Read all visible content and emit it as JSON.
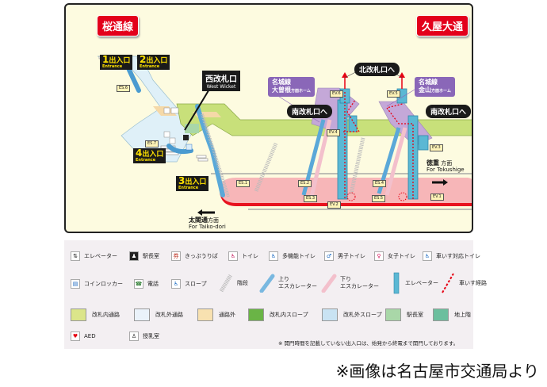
{
  "map": {
    "line_left": "桜通線",
    "line_right": "久屋大通",
    "exits": [
      {
        "num": "1",
        "label": "出入口",
        "en": "Entrance"
      },
      {
        "num": "2",
        "label": "出入口",
        "en": "Entrance"
      },
      {
        "num": "3",
        "label": "出入口",
        "en": "Entrance"
      },
      {
        "num": "4",
        "label": "出入口",
        "en": "Entrance"
      }
    ],
    "west_wicket_jp": "西改札口",
    "west_wicket_en": "West Wicket",
    "to_north_wicket": "北改札口へ",
    "to_south_wicket_left": "南改札口へ",
    "to_south_wicket_right": "南改札口へ",
    "platform_left_line": "名城線",
    "platform_left_dest": "大曽根",
    "platform_left_suffix": "方面ホーム",
    "platform_right_line": "名城線",
    "platform_right_dest": "金山",
    "platform_right_suffix": "方面ホーム",
    "dir_tokushige_jp": "徳重",
    "dir_tokushige_suffix": "方面",
    "dir_tokushige_en": "For Tokushige",
    "dir_taiko_jp": "太閤通",
    "dir_taiko_suffix": "方面",
    "dir_taiko_en": "For Taiko-dori",
    "tags": {
      "es1": "ES.1",
      "es2": "ES.2",
      "es3": "ES.3",
      "es4": "ES.4",
      "es5": "ES.5",
      "es6": "ES.6",
      "es7": "ES.7",
      "ev1": "EV.1",
      "ev2": "EV.2",
      "ev3": "EV.3",
      "ev4": "EV.4",
      "ev5": "EV.5",
      "ev6": "EV.6"
    },
    "colors": {
      "badge": "#e3001b",
      "platform": "#f7b6b8",
      "platform_edge": "#e8121f",
      "meijo_platform": "#c4a8d8",
      "elevator": "#5bb8d4",
      "concourse_in": "#c8e07a",
      "concourse_out": "#dff0f8",
      "off_path": "#f5d9a8"
    }
  },
  "legend": {
    "row1": [
      {
        "icon": "elevator-icon",
        "glyph": "⇅",
        "label": "エレベーター"
      },
      {
        "icon": "station-master-icon",
        "glyph": "♟",
        "label": "駅長室"
      },
      {
        "icon": "ticket-icon",
        "glyph": "券",
        "label": "きっぷうりば"
      },
      {
        "icon": "toilet-icon",
        "glyph": "♿",
        "label": "トイレ"
      },
      {
        "icon": "multipurpose-toilet-icon",
        "glyph": "♿",
        "label": "多機能トイレ"
      },
      {
        "icon": "mens-toilet-icon",
        "glyph": "♂",
        "label": "男子トイレ"
      },
      {
        "icon": "womens-toilet-icon",
        "glyph": "♀",
        "label": "女子トイレ"
      },
      {
        "icon": "wheelchair-toilet-icon",
        "glyph": "♿",
        "label": "車いす対応トイレ"
      }
    ],
    "row2": [
      {
        "icon": "coin-locker-icon",
        "glyph": "▤",
        "label": "コインロッカー"
      },
      {
        "icon": "telephone-icon",
        "glyph": "☎",
        "label": "電話"
      },
      {
        "icon": "slope-icon",
        "glyph": "♿",
        "label": "スロープ"
      },
      {
        "icon": "stairs-icon",
        "label": "階段"
      },
      {
        "icon": "up-escalator-icon",
        "label1": "上り",
        "label2": "エスカレーター"
      },
      {
        "icon": "down-escalator-icon",
        "label1": "下り",
        "label2": "エスカレーター"
      },
      {
        "icon": "elevator-shaft-icon",
        "label": "エレベーター"
      },
      {
        "icon": "wheelchair-route-icon",
        "label": "車いす経路"
      }
    ],
    "row3": [
      {
        "label": "改札内通路",
        "color": "#dbe58a"
      },
      {
        "label": "改札外通路",
        "color": "#eaf2fa"
      },
      {
        "label": "通路外",
        "color": "#f8e1b0"
      },
      {
        "label": "改札内スロープ",
        "color": "#6ab446"
      },
      {
        "label": "改札外スロープ",
        "color": "#c9e3f3"
      },
      {
        "label": "駅長室",
        "color": "#a9d7a8"
      },
      {
        "label": "地上階",
        "color": "#6cbf9e"
      }
    ],
    "row4": [
      {
        "icon": "aed-icon",
        "glyph": "♥",
        "label": "AED"
      },
      {
        "icon": "nursing-room-icon",
        "glyph": "♙",
        "label": "授乳室"
      }
    ],
    "notice": "※ 開門時間を記載していない出入口は、始発から終電まで開門しております。"
  },
  "credit": "※画像は名古屋市交通局より"
}
